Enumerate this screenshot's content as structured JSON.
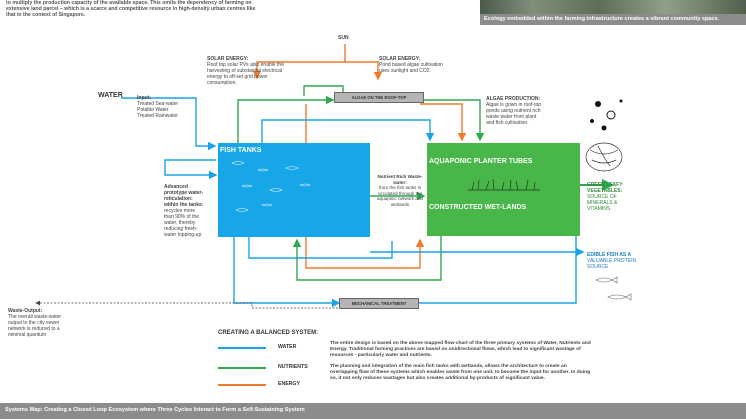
{
  "intro": {
    "line1": "to multiply the production capacity of the available space. This omits the dependency of farming on",
    "line2": "extensive land parcel – which is a scarce and competitive resource in high-density urban centres like",
    "line3": "that in the context of Singapore."
  },
  "caption": "Ecology embedded within the farming infrastructure creates a vibrant community space.",
  "sun": "SUN",
  "solar_left": {
    "title": "SOLAR ENERGY:",
    "l1": "Roof top solar PVs also enable the",
    "l2": "harvesting of substantial electrical",
    "l3": "energy to off-set grid power",
    "l4": "consumption."
  },
  "solar_right": {
    "title": "SOLAR ENERGY:",
    "l1": "Pond based algae cultivation",
    "l2": "uses sunlight and CO2."
  },
  "water": "WATER",
  "input": {
    "title": "Input:",
    "l1": "Treated Sea-water",
    "l2": "Potable Water",
    "l3": "Treated Rainwater"
  },
  "algae_box": "ALGAE ON THE ROOF-TOP",
  "algae_production": {
    "title": "ALGAE PRODUCTION:",
    "l1": "Algae is gown in roof-top",
    "l2": "ponds using nutrient rich",
    "l3": "waste water from plant",
    "l4": "and fish cultivation."
  },
  "fish_tanks": "FISH TANKS",
  "nutrient_text": {
    "title": "Nutrient Rich Waste-water:",
    "l1": "from the fish tanks is",
    "l2": "circulated through the",
    "l3": "aquapinic network and",
    "l4": "wetlands"
  },
  "aquaponic": "AQUAPONIC PLANTER TUBES",
  "wetlands": "CONSTRUCTED WET-LANDS",
  "reticulation": {
    "l1": "Advanced",
    "l2": "prototype water-",
    "l3": "reticulation:",
    "l4": "within the tanks:",
    "l5": "recycles more",
    "l6": "than 90% of the",
    "l7": "water, thereby",
    "l8": "reducing fresh-",
    "l9": "water topping-up"
  },
  "green_veg": {
    "l1": "GREEN LEAFY",
    "l2": "VEGETABLES:",
    "l3": "SOURCE OF",
    "l4": "MINERALS &",
    "l5": "VITAMINS"
  },
  "edible_fish": {
    "l1": "EDIBLE FISH AS A",
    "l2": "VALUABLE PROTEIN",
    "l3": "SOURCE"
  },
  "mechanical": "MECHANICAL TREATMENT",
  "waste_output": {
    "title": "Waste-Output:",
    "l1": "The overall waste-water",
    "l2": "output to the city sewer",
    "l3": "network is reduced to a",
    "l4": "minimal quantum"
  },
  "balanced": {
    "title": "CREATING A BALANCED SYSTEM:",
    "p1a": "The entire design is based on the above mapped flow-chart of the three primary systems of Water, Nutrients and",
    "p1b": "Energy. Traditional farming practices are based on unidirectional flows, which lead to significant wastage of",
    "p1c": "resources - particularly water and nutrients.",
    "p2a": "The planning and integration of the main fish tanks with wetlands, allows the architecture to create an",
    "p2b": "overlapping flow of these systems which enables waste from one unit, to become the input for another. In doing",
    "p2c": "so, it not only reduces wastages but also creates additional by-products of significant value."
  },
  "legend": {
    "water": "WATER",
    "nutrients": "NUTRIENTS",
    "energy": "ENERGY",
    "water_color": "#1aa3e6",
    "nutrients_color": "#2fa84f",
    "energy_color": "#f07a2e"
  },
  "footer": "Systems Map: Creating a Closed Loop Ecosystem where Three Cycles Interact to Form a Self-Sustaining System"
}
